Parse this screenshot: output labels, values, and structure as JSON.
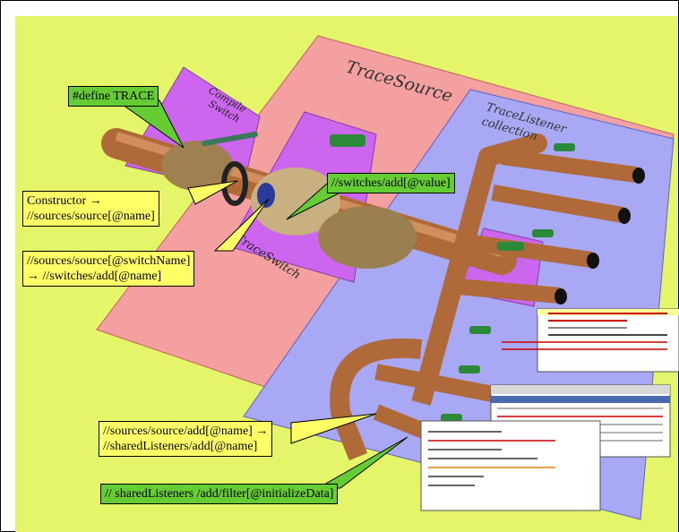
{
  "panels": {
    "trace_source": "TraceSource",
    "compile_switch": [
      "Compile",
      "Switch"
    ],
    "trace_listener": [
      "TraceListener",
      "collection"
    ],
    "trace_switch": "TraceSwitch"
  },
  "callouts": {
    "define_trace": "#define TRACE",
    "constructor": [
      "Constructor →",
      "//sources/source[@name]"
    ],
    "switches_value": "//switches/add[@value]",
    "switch_name": [
      "//sources/source[@switchName]",
      "→  //switches/add[@name]"
    ],
    "listener_name": [
      "//sources/source/add[@name] →",
      "//sharedListeners/add[@name]"
    ],
    "filter": "// sharedListeners /add/filter[@initializeData]"
  },
  "colors": {
    "background": "#e4f56a",
    "trace_source_panel": "#f4a0a0",
    "listener_panel": "#a8a8f4",
    "switch_panel": "#cc66ee",
    "pipe": "#c8784a",
    "callout_yellow": "#ffff66",
    "callout_green": "#66cc33"
  }
}
